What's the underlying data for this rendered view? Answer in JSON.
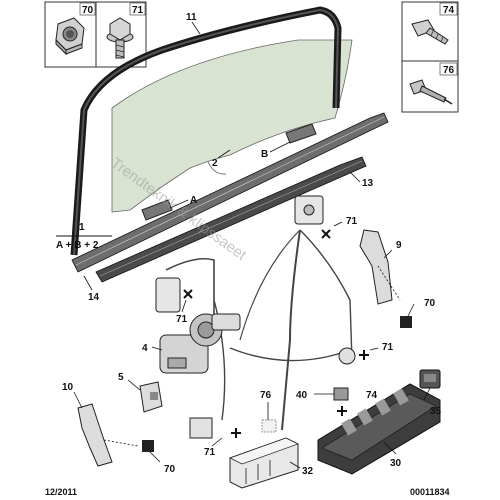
{
  "callouts": {
    "c70_top": "70",
    "c71_top": "71",
    "c74": "74",
    "c76_top": "76",
    "c11": "11",
    "c2": "2",
    "cB": "B",
    "cA": "A",
    "c13": "13",
    "c1": "1",
    "formula": "A + B + 2",
    "c14": "14",
    "c71_right": "71",
    "c9": "9",
    "c70_right": "70",
    "c71_mid": "71",
    "c4": "4",
    "c71_low_right": "71",
    "c5": "5",
    "c76_low": "76",
    "c40": "40",
    "c74_low": "74",
    "c35": "35",
    "c10": "10",
    "c71_bottom": "71",
    "c70_bottom": "70",
    "c32": "32",
    "c30": "30"
  },
  "footer": {
    "date": "12/2011",
    "ref": "00011834"
  },
  "watermark": "Trendteknik & klipssaeet"
}
